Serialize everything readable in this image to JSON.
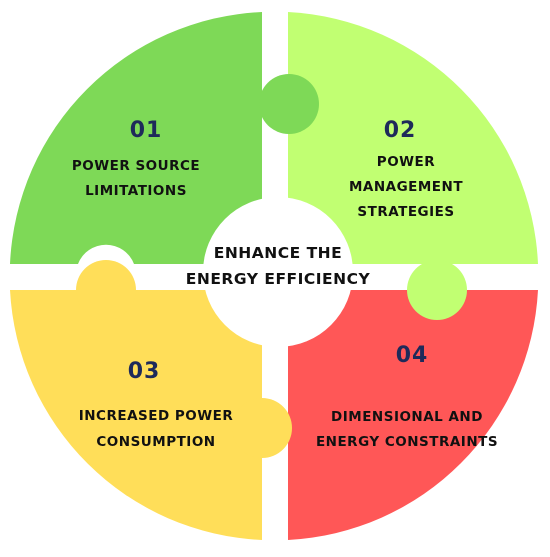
{
  "center": {
    "line1": "ENHANCE THE",
    "line2": "ENERGY EFFICIENCY"
  },
  "quadrants": [
    {
      "number": "01",
      "lines": [
        "POWER SOURCE",
        "LIMITATIONS"
      ],
      "color": "#7ed957"
    },
    {
      "number": "02",
      "lines": [
        "POWER",
        "MANAGEMENT",
        "STRATEGIES"
      ],
      "color": "#c1ff72"
    },
    {
      "number": "03",
      "lines": [
        "INCREASED POWER",
        "CONSUMPTION"
      ],
      "color": "#ffde59"
    },
    {
      "number": "04",
      "lines": [
        "DIMENSIONAL AND",
        "ENERGY CONSTRAINTS"
      ],
      "color": "#ff5757"
    }
  ],
  "colors": {
    "number_text": "#1e2a5a",
    "label_text": "#111111",
    "background": "#ffffff"
  }
}
